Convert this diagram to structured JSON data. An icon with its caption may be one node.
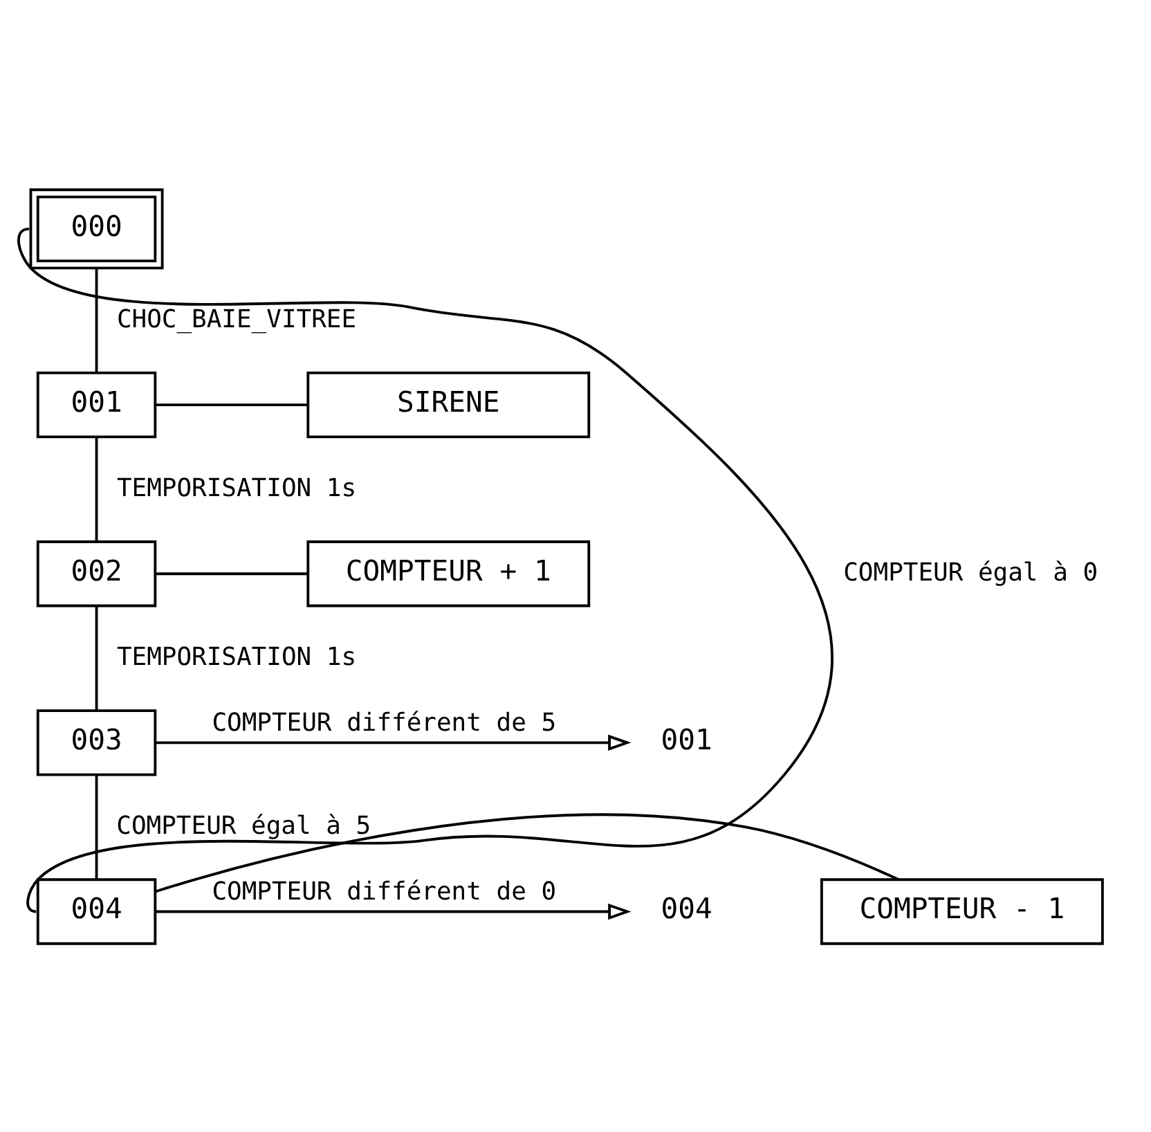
{
  "diagram": {
    "nodes": [
      {
        "text": [
          "000"
        ]
      },
      {
        "text": [
          "001"
        ]
      },
      {
        "text": [
          "SIRENE"
        ]
      },
      {
        "text": [
          "002"
        ]
      },
      {
        "text": [
          "COMPTEUR + 1"
        ]
      },
      {
        "text": [
          "003"
        ]
      },
      {
        "text": [
          "001"
        ]
      },
      {
        "text": [
          "004"
        ]
      },
      {
        "text": [
          "COMPTEUR - 1"
        ]
      },
      {
        "text": [
          "004"
        ]
      }
    ],
    "edges": [
      {
        "from": 0,
        "to": 1,
        "arrow": "none",
        "label": "CHOC_BAIE_VITREE"
      },
      {
        "from": 1,
        "to": 2,
        "arrow": "none"
      },
      {
        "from": 1,
        "to": 3,
        "arrow": "none",
        "label": "TEMPORISATION 1s"
      },
      {
        "from": 3,
        "to": 4,
        "arrow": "none"
      },
      {
        "from": 3,
        "to": 5,
        "arrow": "none",
        "label": "TEMPORISATION 1s"
      },
      {
        "from": 5,
        "to": 6,
        "arrow": "to",
        "label": "COMPTEUR différent de 5"
      },
      {
        "from": 5,
        "to": 7,
        "arrow": "none",
        "label": "COMPTEUR égal à 5"
      },
      {
        "from": 7,
        "to": 8,
        "arrow": "none"
      },
      {
        "from": 7,
        "to": 9,
        "arrow": "to",
        "label": "COMPTEUR différent de 0"
      },
      {
        "from": 7,
        "to": 0,
        "arrow": "none",
        "label": "COMPTEUR égal à 0"
      }
    ]
  }
}
